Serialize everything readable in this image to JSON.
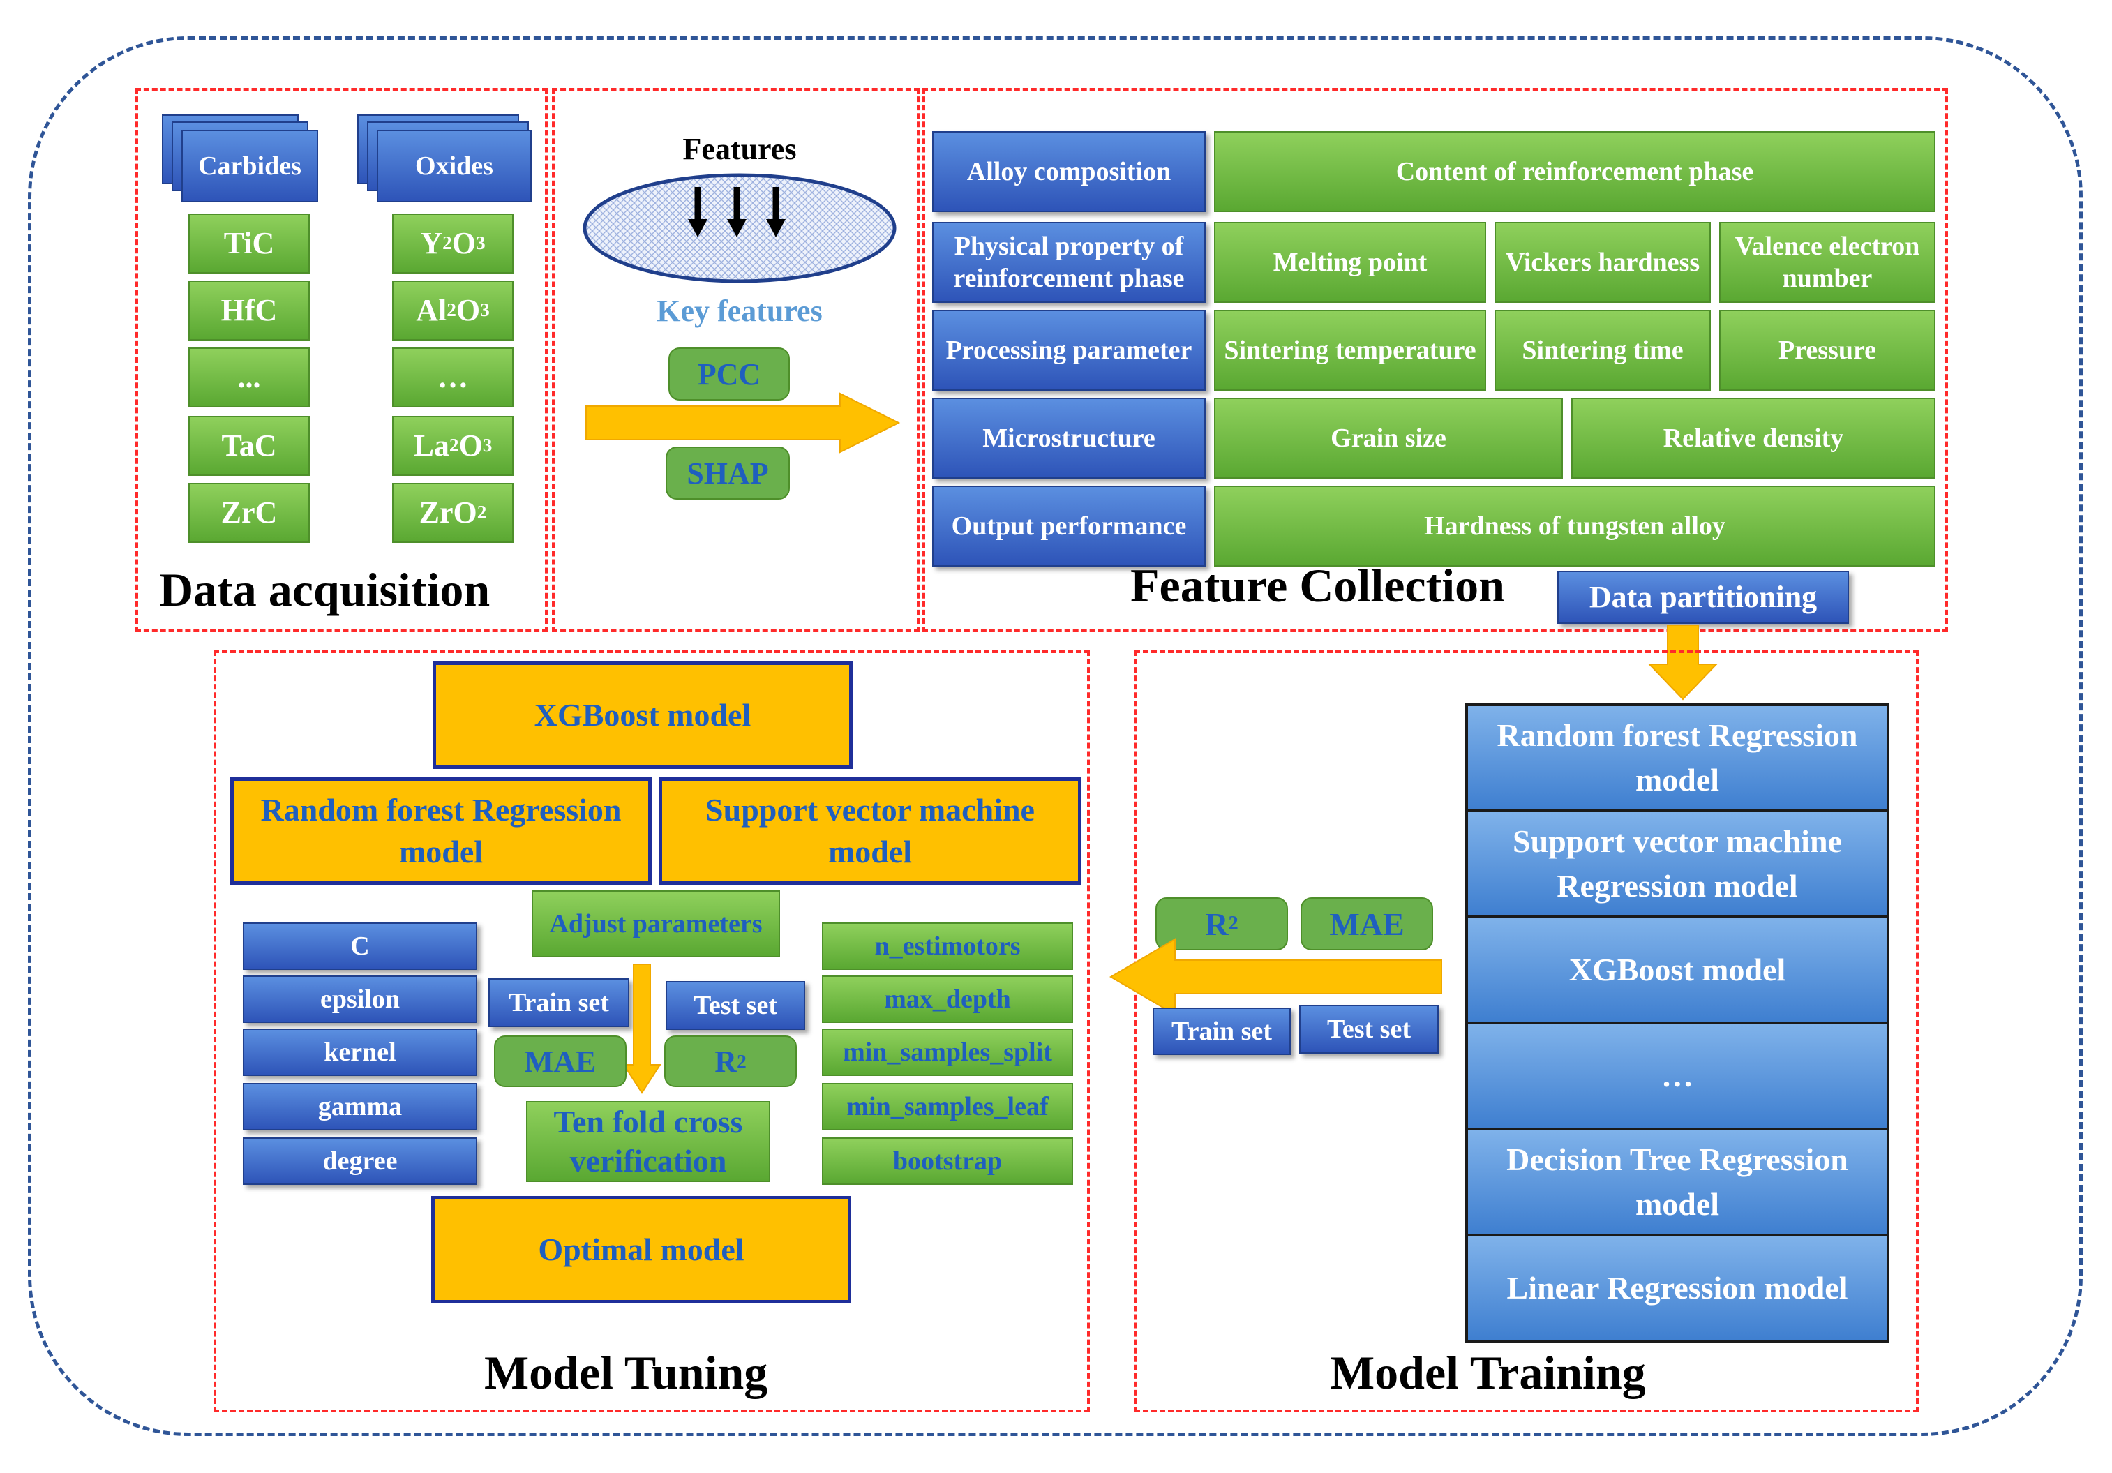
{
  "data_acquisition": {
    "title": "Data acquisition",
    "carbides": {
      "header": "Carbides",
      "items": [
        "TiC",
        "HfC",
        "...",
        "TaC",
        "ZrC"
      ]
    },
    "oxides": {
      "header": "Oxides",
      "items": [
        {
          "base": "Y",
          "sub1": "2",
          "mid": "O",
          "sub2": "3"
        },
        {
          "base": "Al",
          "sub1": "2",
          "mid": "O",
          "sub2": "3"
        },
        {
          "base": "…",
          "sub1": "",
          "mid": "",
          "sub2": ""
        },
        {
          "base": "La",
          "sub1": "2",
          "mid": "O",
          "sub2": "3"
        },
        {
          "base": "ZrO",
          "sub1": "2",
          "mid": "",
          "sub2": ""
        }
      ]
    }
  },
  "feature_selection": {
    "features_label": "Features",
    "key_features_label": "Key features",
    "methods": [
      "PCC",
      "SHAP"
    ]
  },
  "feature_collection": {
    "title": "Feature Collection",
    "rows": [
      {
        "category": "Alloy composition",
        "items": [
          "Content of reinforcement phase"
        ]
      },
      {
        "category": "Physical property of reinforcement phase",
        "items": [
          "Melting point",
          "Vickers hardness",
          "Valence electron number"
        ]
      },
      {
        "category": "Processing parameter",
        "items": [
          "Sintering temperature",
          "Sintering time",
          "Pressure"
        ]
      },
      {
        "category": "Microstructure",
        "items": [
          "Grain size",
          "Relative density"
        ]
      },
      {
        "category": "Output performance",
        "items": [
          "Hardness of  tungsten alloy"
        ]
      }
    ],
    "data_partitioning": "Data partitioning"
  },
  "model_training": {
    "title": "Model Training",
    "models": [
      "Random forest Regression model",
      "Support vector machine Regression model",
      "XGBoost model",
      "…",
      "Decision Tree Regression model",
      "Linear Regression model"
    ],
    "metrics": {
      "r2_base": "R",
      "r2_sup": "2",
      "mae": "MAE"
    },
    "train_set": "Train set",
    "test_set": "Test set"
  },
  "model_tuning": {
    "title": "Model Tuning",
    "xgboost": "XGBoost model",
    "random_forest": "Random forest Regression model",
    "svm": "Support vector machine model",
    "svm_params": [
      "C",
      "epsilon",
      "kernel",
      "gamma",
      "degree"
    ],
    "adjust_parameters": "Adjust parameters",
    "train_set": "Train set",
    "test_set": "Test set",
    "mae": "MAE",
    "r2_base": "R",
    "r2_sup": "2",
    "cross_validation": "Ten fold cross verification",
    "rf_params": [
      "n_estimotors",
      "max_depth",
      "min_samples_split",
      "min_samples_leaf",
      "bootstrap"
    ],
    "optimal_model": "Optimal model"
  },
  "colors": {
    "outer_border": "#2f5597",
    "panel_border": "#ff2a2a",
    "green": "#6ab04c",
    "blue": "#2e54b8",
    "orange": "#ffc000",
    "text_blue": "#1f5fbf"
  }
}
